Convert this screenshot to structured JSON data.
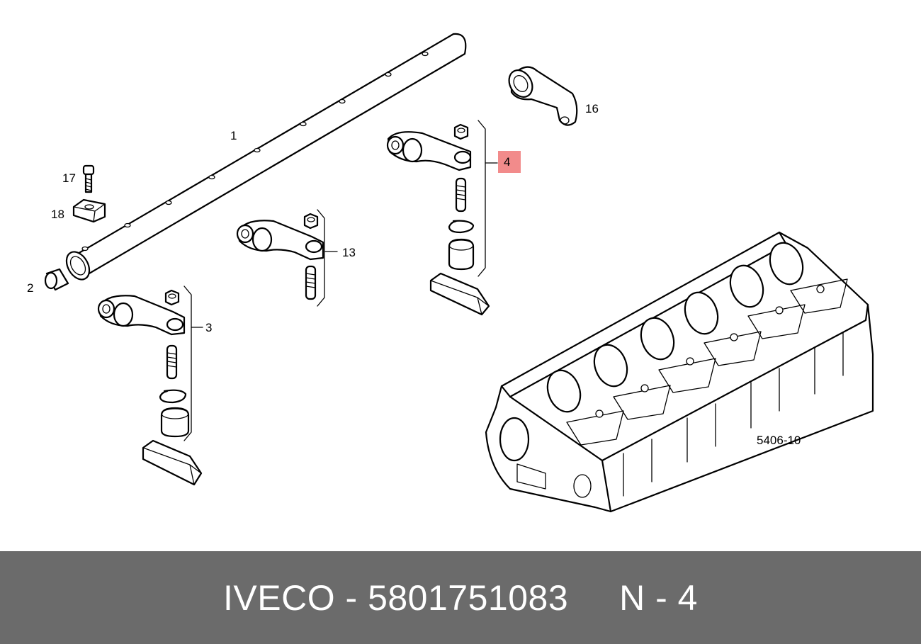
{
  "callouts": {
    "c1": "1",
    "c2": "2",
    "c3": "3",
    "c4": "4",
    "c13": "13",
    "c16": "16",
    "c17": "17",
    "c18": "18"
  },
  "reference_code": "5406-10",
  "highlight_color": "#f28b8b",
  "footer": {
    "brand": "IVECO",
    "separator": " - ",
    "part_number": "5801751083",
    "position_label": "N - 4"
  }
}
